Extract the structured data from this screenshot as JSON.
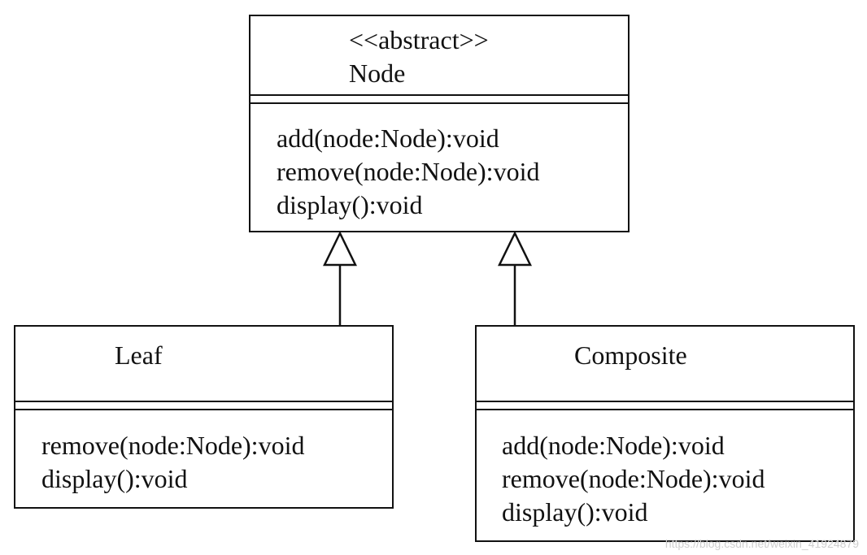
{
  "diagram": {
    "node_class": {
      "stereotype": "<<abstract>>",
      "name": "Node",
      "operations": [
        "add(node:Node):void",
        "remove(node:Node):void",
        "display():void"
      ]
    },
    "leaf_class": {
      "name": "Leaf",
      "operations": [
        "remove(node:Node):void",
        "display():void"
      ]
    },
    "composite_class": {
      "name": "Composite",
      "operations": [
        "add(node:Node):void",
        "remove(node:Node):void",
        "display():void"
      ]
    },
    "relationships": [
      {
        "from": "Leaf",
        "to": "Node",
        "type": "generalization"
      },
      {
        "from": "Composite",
        "to": "Node",
        "type": "generalization"
      }
    ]
  },
  "watermark": "https://blog.csdn.net/weixin_41924879",
  "colors": {
    "line": "#111111",
    "background": "#ffffff",
    "watermark": "#cfcfcf"
  }
}
